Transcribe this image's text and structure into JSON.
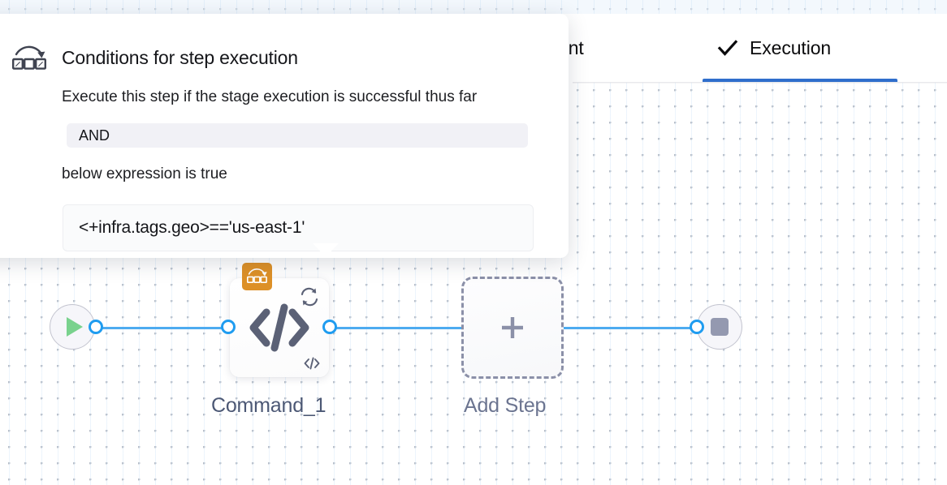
{
  "tabs": {
    "items": [
      {
        "label": "ronment",
        "full_label": "Environment",
        "icon": "",
        "active": false
      },
      {
        "label": "Execution",
        "icon": "check-icon",
        "active": true
      }
    ],
    "active_underline_color": "#2f6ecc"
  },
  "popover": {
    "icon": "conditional-execution-icon",
    "title": "Conditions for step execution",
    "line1": "Execute this step if the stage execution is successful thus far",
    "operator": "AND",
    "line2": "below expression is true",
    "expression": "<+infra.tags.geo>=='us-east-1'"
  },
  "graph": {
    "start_node": {
      "name": "start-node",
      "icon": "play-icon",
      "icon_color": "#79d28d"
    },
    "end_node": {
      "name": "end-node",
      "icon": "stop-icon",
      "icon_color": "#9499b0"
    },
    "step_node": {
      "label": "Command_1",
      "main_icon": "code-icon",
      "retry_icon": "retry-loop-icon",
      "mini_icon": "code-icon",
      "condition_badge_icon": "conditional-execution-icon",
      "condition_badge_color": "#dd9027"
    },
    "add_step_node": {
      "label": "Add Step",
      "icon": "plus-icon"
    },
    "edge_color": "#4dabf0",
    "port_color": "#1f9cf0"
  }
}
